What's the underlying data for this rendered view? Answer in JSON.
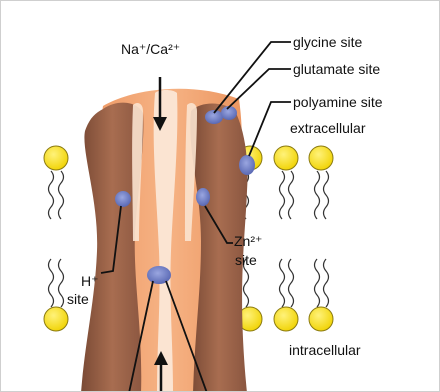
{
  "labels": {
    "ions_top": "Na⁺/Ca²⁺",
    "glycine": "glycine site",
    "glutamate": "glutamate site",
    "polyamine": "polyamine site",
    "extracellular": "extracellular",
    "intracellular": "intracellular",
    "zn_line1": "Zn²⁺",
    "zn_line2": "site",
    "h_line1": "H⁺",
    "h_line2": "site"
  },
  "colors": {
    "channel_light": "#f2a26f",
    "channel_dark": "#9a5f44",
    "pore": "#fbe7d6",
    "lipid_head": "#f4dc00",
    "site": "#6f7fc8",
    "text": "#111111"
  }
}
